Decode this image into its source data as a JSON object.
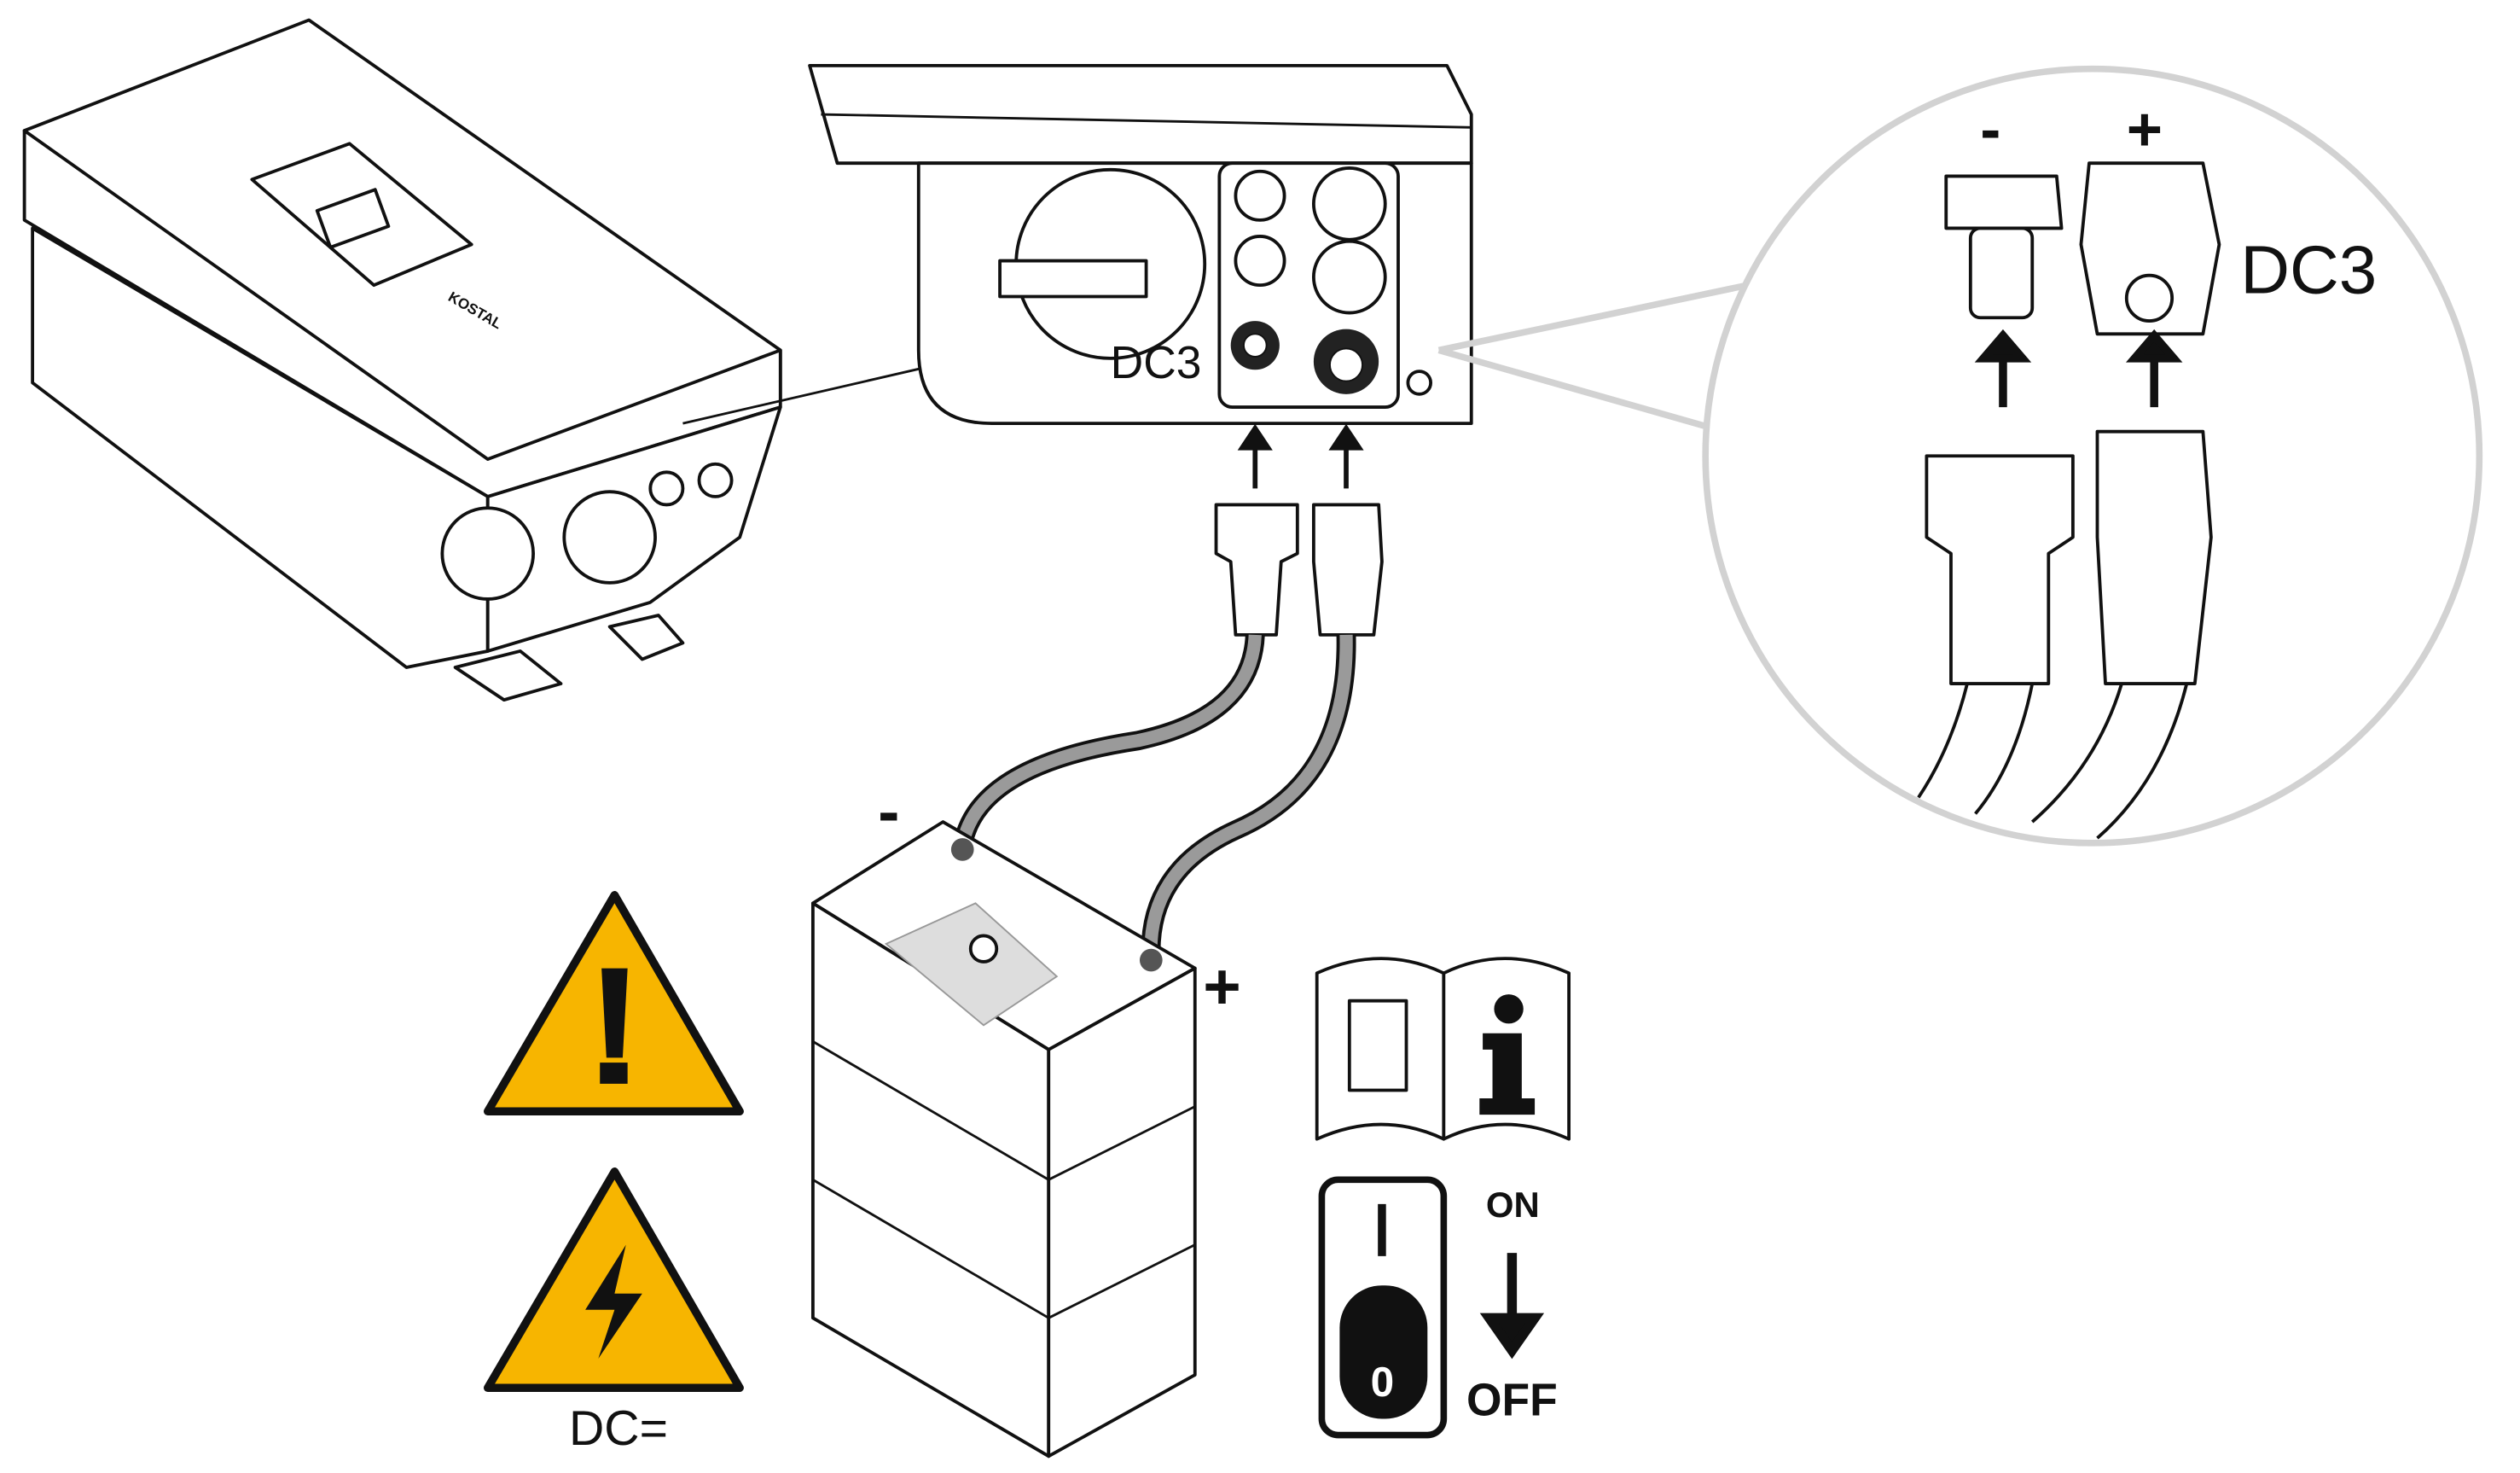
{
  "inverter": {
    "brand": "KOSTAL"
  },
  "closeup": {
    "port_label": "DC3"
  },
  "magnifier": {
    "minus_label": "-",
    "plus_label": "+",
    "port_label": "DC3"
  },
  "battery": {
    "minus_label": "-",
    "plus_label": "+"
  },
  "warnings": {
    "dc_label": "DC="
  },
  "switch": {
    "on_label": "ON",
    "off_label": "OFF",
    "state_label": "0"
  },
  "colors": {
    "warning_yellow": "#f7b500",
    "cable_gray": "#9a9a9a",
    "magnifier_ring": "#d2d2d2"
  }
}
